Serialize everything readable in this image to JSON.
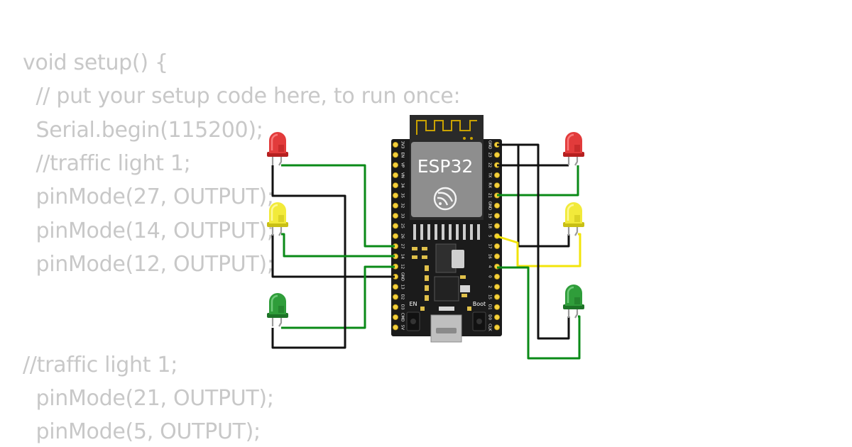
{
  "code_lines": [
    "void setup() {",
    "  // put your setup code here, to run once:",
    "  Serial.begin(115200);",
    "  //traffic light 1;",
    "  pinMode(27, OUTPUT);",
    "  pinMode(14, OUTPUT);",
    "  pinMode(12, OUTPUT);",
    "",
    "",
    "//traffic light 1;",
    "  pinMode(21, OUTPUT);",
    "  pinMode(5, OUTPUT);"
  ],
  "board": {
    "name": "ESP32",
    "left_pins": [
      "3V3",
      "EN",
      "VP",
      "VN",
      "34",
      "35",
      "32",
      "33",
      "25",
      "26",
      "27",
      "14",
      "12",
      "GND",
      "13",
      "D2",
      "D3",
      "CMD",
      "5V"
    ],
    "right_pins": [
      "GND",
      "23",
      "22",
      "TX",
      "RX",
      "21",
      "GND",
      "19",
      "18",
      "5",
      "17",
      "16",
      "4",
      "0",
      "2",
      "15",
      "D1",
      "D0",
      "CLK"
    ],
    "button_en": "EN",
    "button_boot": "Boot"
  },
  "leds": [
    {
      "id": "led-left-red",
      "color": "red"
    },
    {
      "id": "led-left-yellow",
      "color": "yellow"
    },
    {
      "id": "led-left-green",
      "color": "green"
    },
    {
      "id": "led-right-red",
      "color": "red"
    },
    {
      "id": "led-right-yellow",
      "color": "yellow"
    },
    {
      "id": "led-right-green",
      "color": "green"
    }
  ],
  "colors": {
    "code_text": "#c8c8c8",
    "wire_green": "#0a8a17",
    "wire_black": "#111111",
    "wire_yellow": "#f2e40a",
    "board": "#1b1b1b",
    "pin_gold": "#f4d03f"
  }
}
